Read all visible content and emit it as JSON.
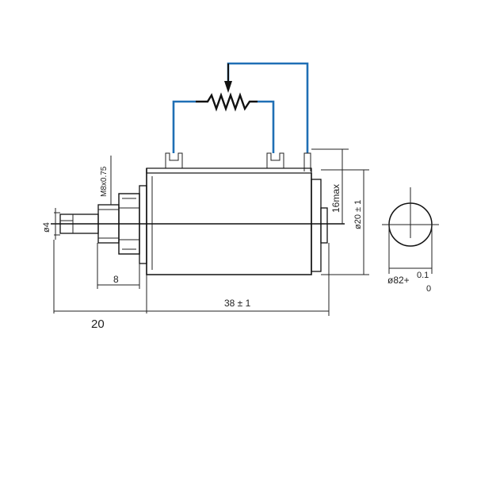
{
  "labels": {
    "thread": "M8x0.75",
    "shaft_dia": "ø4",
    "bushing_len": "8",
    "body_len": "38 ± 1",
    "overall": "20",
    "max_depth": "16max",
    "body_dia": "ø20 ± 1",
    "tol_main": "ø82+",
    "tol_upper": "0.1",
    "tol_lower": "0"
  },
  "colors": {
    "wire": "#1f6fb5",
    "line": "#111111"
  }
}
